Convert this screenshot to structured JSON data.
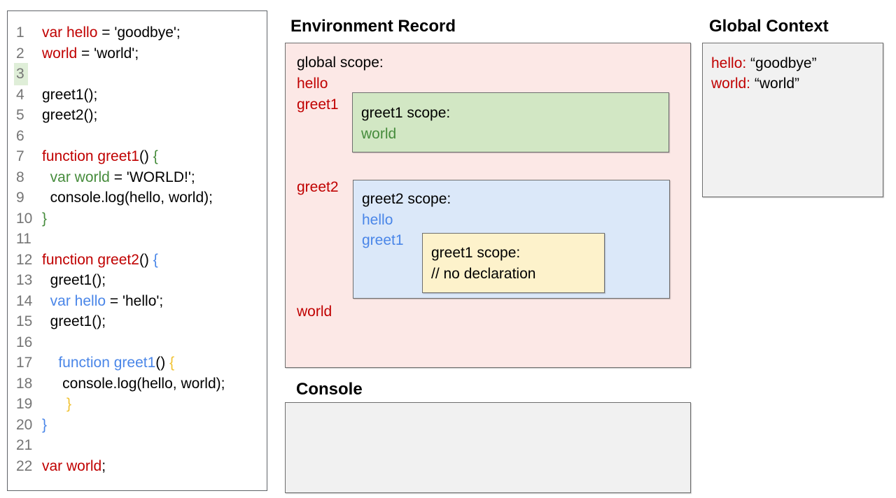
{
  "colors": {
    "ink": "#000000",
    "red": "#c00000",
    "green": "#468c3c",
    "blue": "#4a86e8",
    "gold": "#f1c232",
    "line_number": "#757575",
    "highlight": "#dfeed8",
    "pink_bg": "#fce8e6",
    "green_bg": "#d2e7c4",
    "blue_bg": "#dbe8f9",
    "yellow_bg": "#fdf2cb",
    "gray_bg": "#f1f1f1",
    "border": "#6e6e6e"
  },
  "code_panel": {
    "lines": [
      {
        "num": "1",
        "highlight": false,
        "segments": [
          {
            "t": "var hello",
            "c": "red"
          },
          {
            "t": " = 'goodbye';",
            "c": "ink"
          }
        ]
      },
      {
        "num": "2",
        "highlight": false,
        "segments": [
          {
            "t": "world",
            "c": "red"
          },
          {
            "t": " = 'world';",
            "c": "ink"
          }
        ]
      },
      {
        "num": "3",
        "highlight": true,
        "segments": []
      },
      {
        "num": "4",
        "highlight": false,
        "segments": [
          {
            "t": "greet1();",
            "c": "ink"
          }
        ]
      },
      {
        "num": "5",
        "highlight": false,
        "segments": [
          {
            "t": "greet2();",
            "c": "ink"
          }
        ]
      },
      {
        "num": "6",
        "highlight": false,
        "segments": []
      },
      {
        "num": "7",
        "highlight": false,
        "segments": [
          {
            "t": "function greet1",
            "c": "red"
          },
          {
            "t": "() ",
            "c": "ink"
          },
          {
            "t": "{",
            "c": "green"
          }
        ]
      },
      {
        "num": "8",
        "highlight": false,
        "segments": [
          {
            "t": "  ",
            "c": "ink"
          },
          {
            "t": "var world",
            "c": "green"
          },
          {
            "t": " = 'WORLD!';",
            "c": "ink"
          }
        ]
      },
      {
        "num": "9",
        "highlight": false,
        "segments": [
          {
            "t": "  console.log(hello, world);",
            "c": "ink"
          }
        ]
      },
      {
        "num": "10",
        "highlight": false,
        "segments": [
          {
            "t": "}",
            "c": "green"
          }
        ]
      },
      {
        "num": "11",
        "highlight": false,
        "segments": []
      },
      {
        "num": "12",
        "highlight": false,
        "segments": [
          {
            "t": "function greet2",
            "c": "red"
          },
          {
            "t": "() ",
            "c": "ink"
          },
          {
            "t": "{",
            "c": "blue"
          }
        ]
      },
      {
        "num": "13",
        "highlight": false,
        "segments": [
          {
            "t": "  greet1();",
            "c": "ink"
          }
        ]
      },
      {
        "num": "14",
        "highlight": false,
        "segments": [
          {
            "t": "  ",
            "c": "ink"
          },
          {
            "t": "var hello",
            "c": "blue"
          },
          {
            "t": " = 'hello';",
            "c": "ink"
          }
        ]
      },
      {
        "num": "15",
        "highlight": false,
        "segments": [
          {
            "t": "  greet1();",
            "c": "ink"
          }
        ]
      },
      {
        "num": "16",
        "highlight": false,
        "segments": []
      },
      {
        "num": "17",
        "highlight": false,
        "segments": [
          {
            "t": "    ",
            "c": "ink"
          },
          {
            "t": "function greet1",
            "c": "blue"
          },
          {
            "t": "() ",
            "c": "ink"
          },
          {
            "t": "{",
            "c": "gold"
          }
        ]
      },
      {
        "num": "18",
        "highlight": false,
        "segments": [
          {
            "t": "     console.log(hello, world);",
            "c": "ink"
          }
        ]
      },
      {
        "num": "19",
        "highlight": false,
        "segments": [
          {
            "t": "      ",
            "c": "ink"
          },
          {
            "t": "}",
            "c": "gold"
          }
        ]
      },
      {
        "num": "20",
        "highlight": false,
        "segments": [
          {
            "t": "}",
            "c": "blue"
          }
        ]
      },
      {
        "num": "21",
        "highlight": false,
        "segments": []
      },
      {
        "num": "22",
        "highlight": false,
        "segments": [
          {
            "t": "var world",
            "c": "red"
          },
          {
            "t": ";",
            "c": "ink"
          }
        ]
      }
    ]
  },
  "environment_record": {
    "title": "Environment Record",
    "global_scope_label": "global scope:",
    "global_vars": [
      "hello",
      "greet1",
      "greet2",
      "world"
    ],
    "greet1_scope": {
      "label": "greet1 scope:",
      "vars": [
        "world"
      ]
    },
    "greet2_scope": {
      "label": "greet2 scope:",
      "vars": [
        "hello",
        "greet1"
      ]
    },
    "nested_greet1_scope": {
      "label": "greet1 scope:",
      "comment": "// no declaration"
    }
  },
  "global_context": {
    "title": "Global Context",
    "entries": [
      {
        "name": "hello:",
        "value": "“goodbye”"
      },
      {
        "name": "world:",
        "value": "“world”"
      }
    ]
  },
  "console": {
    "title": "Console"
  }
}
